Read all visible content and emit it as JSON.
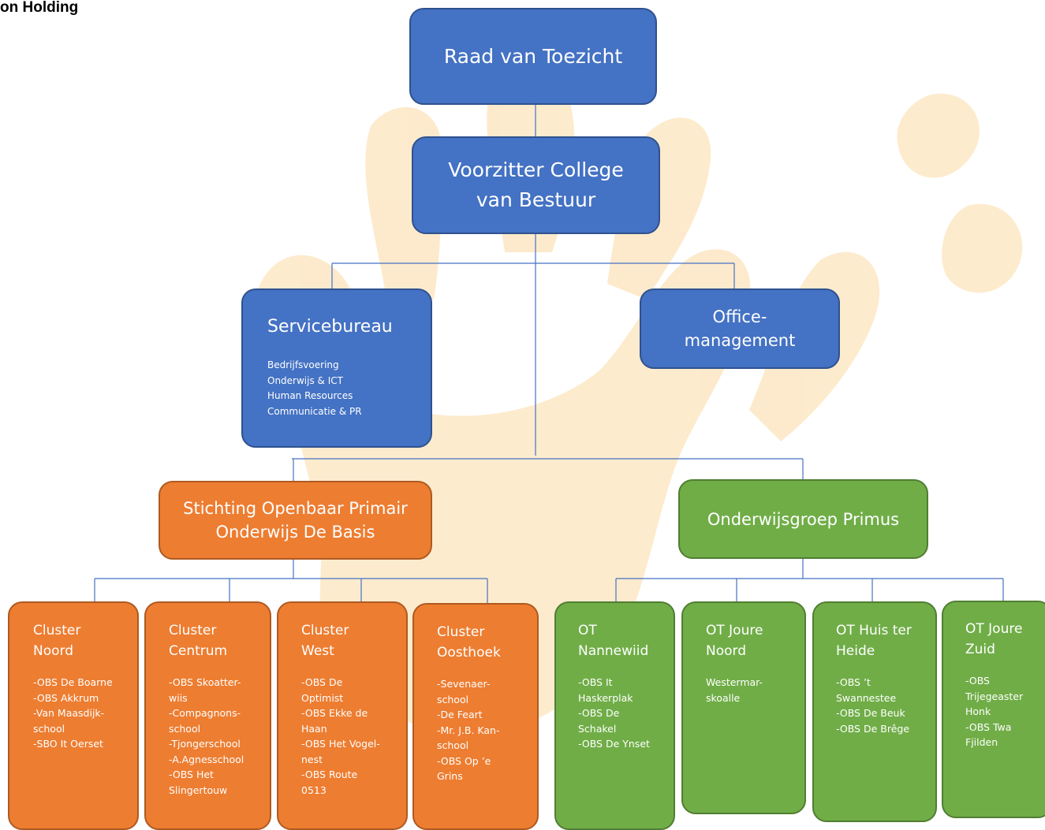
{
  "page_title": "on Holding",
  "colors": {
    "board": "#4472c4",
    "basis": "#ed7d31",
    "primus": "#70ad47",
    "connector": "#4472c4",
    "watermark": "#fde7c4"
  },
  "top": {
    "raad": "Raad van Toezicht",
    "voorzitter": "Voorzitter College van Bestuur"
  },
  "staff": {
    "servicebureau": {
      "title": "Servicebureau",
      "items": "Bedrijfsvoering\nOnderwijs & ICT\nHuman Resources\nCommunicatie & PR"
    },
    "office": "Office-\nmanagement"
  },
  "foundations": {
    "basis": "Stichting Openbaar Primair Onderwijs De Basis",
    "primus": "Onderwijsgroep Primus"
  },
  "clusters": [
    {
      "title": "Cluster\nNoord",
      "items": "-OBS De Boarne\n-OBS Akkrum\n-Van Maasdijk-\nschool\n-SBO It Oerset"
    },
    {
      "title": "Cluster\nCentrum",
      "items": "-OBS Skoatter-\nwiis\n-Compagnons-\nschool\n-Tjongerschool\n-A.Agnesschool\n-OBS Het\nSlingertouw"
    },
    {
      "title": "Cluster\nWest",
      "items": "-OBS De\nOptimist\n-OBS Ekke de\nHaan\n-OBS Het Vogel-\nnest\n-OBS Route\n0513"
    },
    {
      "title": "Cluster\nOosthoek",
      "items": "-Sevenaer-\nschool\n-De Feart\n-Mr. J.B. Kan-\nschool\n-OBS Op ’e\nGrins"
    }
  ],
  "teams": [
    {
      "title": "OT\nNannewiid",
      "items": "-OBS It\nHaskerplak\n-OBS De\nSchakel\n-OBS De Ynset"
    },
    {
      "title": "OT Joure\nNoord",
      "items": "Westermar-\nskoalle"
    },
    {
      "title": "OT Huis ter\nHeide",
      "items": "-OBS ’t\nSwannestee\n-OBS De Beuk\n-OBS De Brêge"
    },
    {
      "title": "OT Joure\nZuid",
      "items": "-OBS\nTrijegeaster\nHonk\n-OBS Twa\nFjilden"
    }
  ]
}
